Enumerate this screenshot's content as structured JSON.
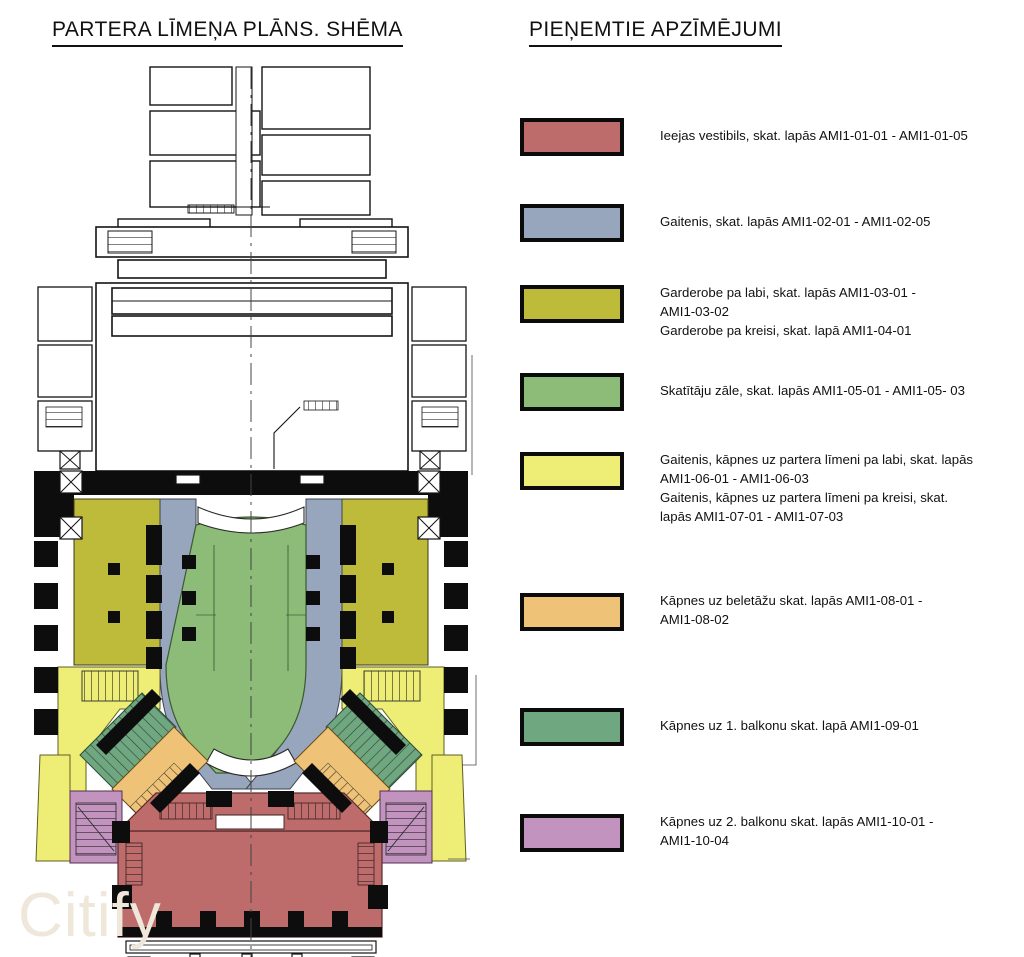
{
  "titles": {
    "plan": "PARTERA LĪMEŅA PLĀNS. SHĒMA",
    "legend": "PIEŅEMTIE APZĪMĒJUMI"
  },
  "watermark": "Citify",
  "colors": {
    "vestibule_red": "#bd6b6b",
    "corridor_blue": "#97a5bd",
    "cloakroom_olive": "#bfbb3a",
    "hall_green": "#8cbc78",
    "stairs_yellow": "#eeee77",
    "beletage_orange": "#efc377",
    "balcony1_green": "#6fa780",
    "balcony2_purple": "#c193be",
    "outline_black": "#0b0b0b",
    "paper_white": "#ffffff"
  },
  "legend": {
    "items": [
      {
        "key": "ieejas-vestibils",
        "color": "#bd6b6b",
        "lines": [
          "Ieejas vestibils, skat. lapās AMI1-01-01 - AMI1-01-05"
        ]
      },
      {
        "key": "gaitenis",
        "color": "#97a5bd",
        "lines": [
          "Gaitenis, skat. lapās AMI1-02-01 - AMI1-02-05"
        ]
      },
      {
        "key": "garderobe",
        "color": "#bfbb3a",
        "lines": [
          "Garderobe pa labi, skat. lapās AMI1-03-01 -",
          "AMI1-03-02",
          "Garderobe pa kreisi, skat. lapā AMI1-04-01"
        ]
      },
      {
        "key": "skatitaju-zale",
        "color": "#8cbc78",
        "lines": [
          "Skatītāju zāle, skat. lapās AMI1-05-01 - AMI1-05- 03"
        ]
      },
      {
        "key": "gaitenis-kapnes-partera",
        "color": "#eeee77",
        "lines": [
          "Gaitenis, kāpnes uz partera līmeni pa labi, skat. lapās",
          "AMI1-06-01 - AMI1-06-03",
          "Gaitenis, kāpnes uz partera līmeni pa kreisi, skat.",
          "lapās AMI1-07-01 - AMI1-07-03"
        ]
      },
      {
        "key": "kapnes-uz-beletazu",
        "color": "#efc377",
        "lines": [
          "Kāpnes uz beletāžu skat. lapās AMI1-08-01 -",
          "AMI1-08-02"
        ]
      },
      {
        "key": "kapnes-uz-1-balkonu",
        "color": "#6fa780",
        "lines": [
          "Kāpnes uz 1. balkonu skat. lapā AMI1-09-01"
        ]
      },
      {
        "key": "kapnes-uz-2-balkonu",
        "color": "#c193be",
        "lines": [
          "Kāpnes uz 2. balkonu skat. lapās AMI1-10-01 -",
          "AMI1-10-04"
        ]
      }
    ]
  },
  "plan": {
    "description": "Parter level floor plan of a theatre building, colour-coded by room function",
    "regions": [
      {
        "name": "stage-and-backstage",
        "color": "#ffffff"
      },
      {
        "name": "auditorium-hall",
        "color": "#8cbc78"
      },
      {
        "name": "side-corridors",
        "color": "#97a5bd"
      },
      {
        "name": "cloakrooms",
        "color": "#bfbb3a"
      },
      {
        "name": "parter-stairs",
        "color": "#eeee77"
      },
      {
        "name": "beletage-stairs",
        "color": "#efc377"
      },
      {
        "name": "balcony1-stairs",
        "color": "#6fa780"
      },
      {
        "name": "balcony2-stairs",
        "color": "#c193be"
      },
      {
        "name": "entrance-vestibule",
        "color": "#bd6b6b"
      }
    ]
  }
}
